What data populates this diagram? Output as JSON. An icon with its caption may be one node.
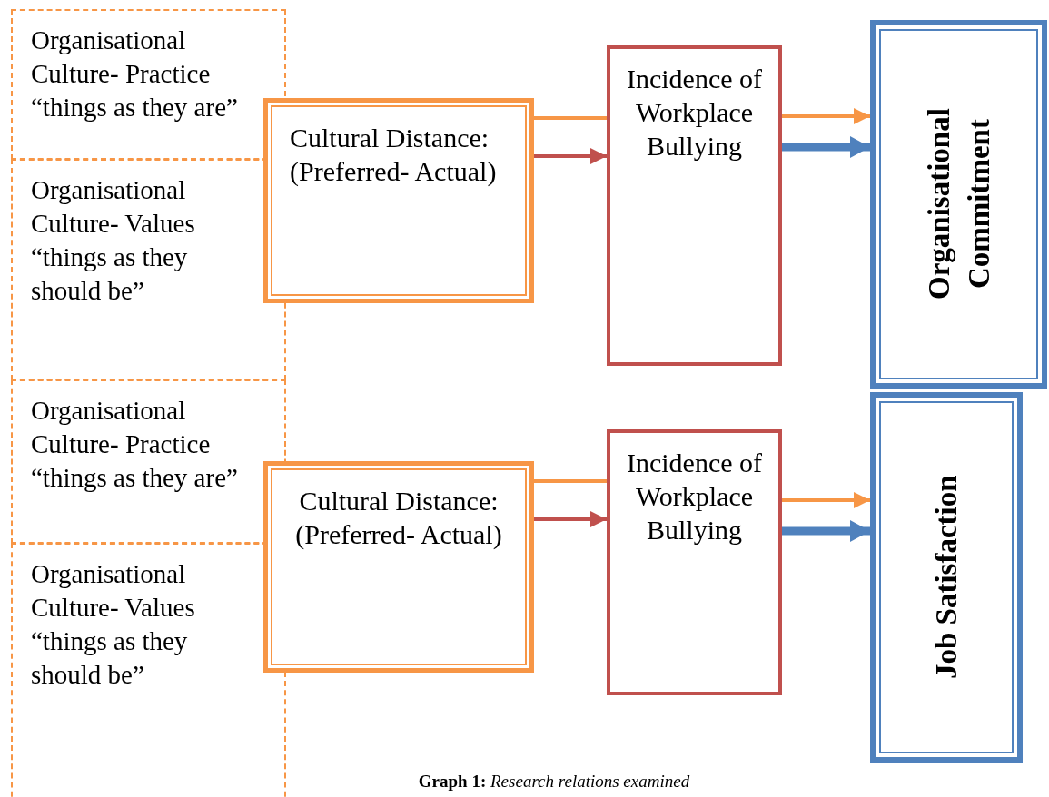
{
  "diagram": {
    "caption": "**Graph 1:** *Research relations examined*",
    "nodes": [
      {
        "text": [
          "Organisational Culture- Practice “things as they are”"
        ]
      },
      {
        "text": [
          "Organisational Culture- Values “things as they should be”"
        ]
      },
      {
        "text": [
          "Organisational Culture- Practice “things as they are”"
        ]
      },
      {
        "text": [
          "Organisational Culture- Values “things as they should be”"
        ]
      },
      {
        "text": [
          "Cultural Distance: (Preferred- Actual)"
        ]
      },
      {
        "text": [
          "Incidence of Workplace Bullying"
        ]
      },
      {
        "text": [
          "Organisational Commitment"
        ]
      },
      {
        "text": [
          "Cultural Distance: (Preferred- Actual)"
        ]
      },
      {
        "text": [
          "Incidence of Workplace Bullying"
        ]
      },
      {
        "text": [
          "Job Satisfaction"
        ]
      }
    ],
    "edges": [
      {
        "from": 4,
        "to": 5,
        "arrow": "none",
        "color": "#f79646"
      },
      {
        "from": 4,
        "to": 5,
        "arrow": "to",
        "color": "#c0504d"
      },
      {
        "from": 5,
        "to": 6,
        "arrow": "to",
        "color": "#f79646"
      },
      {
        "from": 5,
        "to": 6,
        "arrow": "to",
        "style": "thick",
        "color": "#4f81bd"
      },
      {
        "from": 7,
        "to": 8,
        "arrow": "none",
        "color": "#f79646"
      },
      {
        "from": 7,
        "to": 8,
        "arrow": "to",
        "color": "#c0504d"
      },
      {
        "from": 8,
        "to": 9,
        "arrow": "to",
        "color": "#f79646"
      },
      {
        "from": 8,
        "to": 9,
        "arrow": "to",
        "style": "thick",
        "color": "#4f81bd"
      }
    ]
  }
}
